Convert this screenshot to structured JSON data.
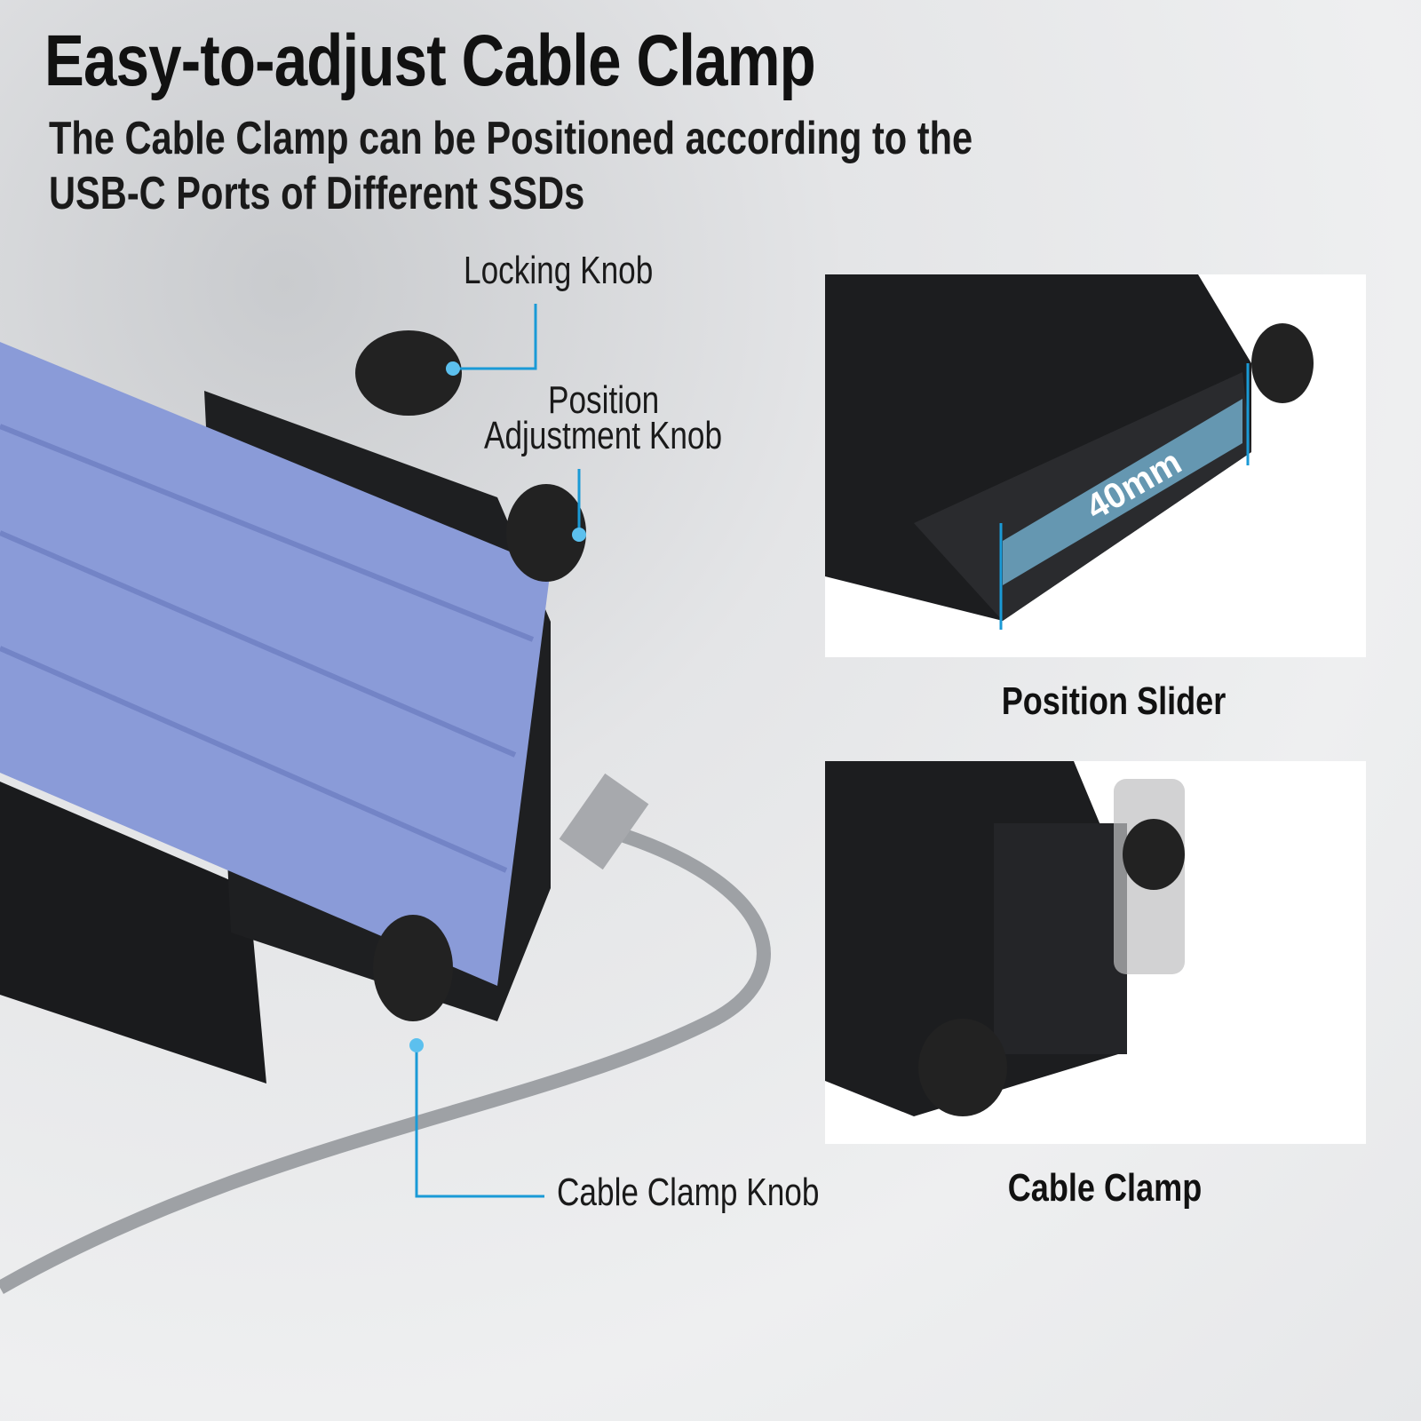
{
  "title": "Easy-to-adjust Cable Clamp",
  "subtitle": [
    "The Cable Clamp can be Positioned according to the",
    "USB-C Ports of Different SSDs"
  ],
  "callouts": {
    "locking_knob": "Locking Knob",
    "position_adjustment_knob": [
      "Position",
      "Adjustment Knob"
    ],
    "cable_clamp_knob": "Cable Clamp Knob"
  },
  "panels": [
    {
      "label": "Position Slider",
      "measurement": "40mm"
    },
    {
      "label": "Cable Clamp"
    }
  ],
  "colors": {
    "accent": "#1a9ad6",
    "ssd": "#8a9bd8"
  }
}
